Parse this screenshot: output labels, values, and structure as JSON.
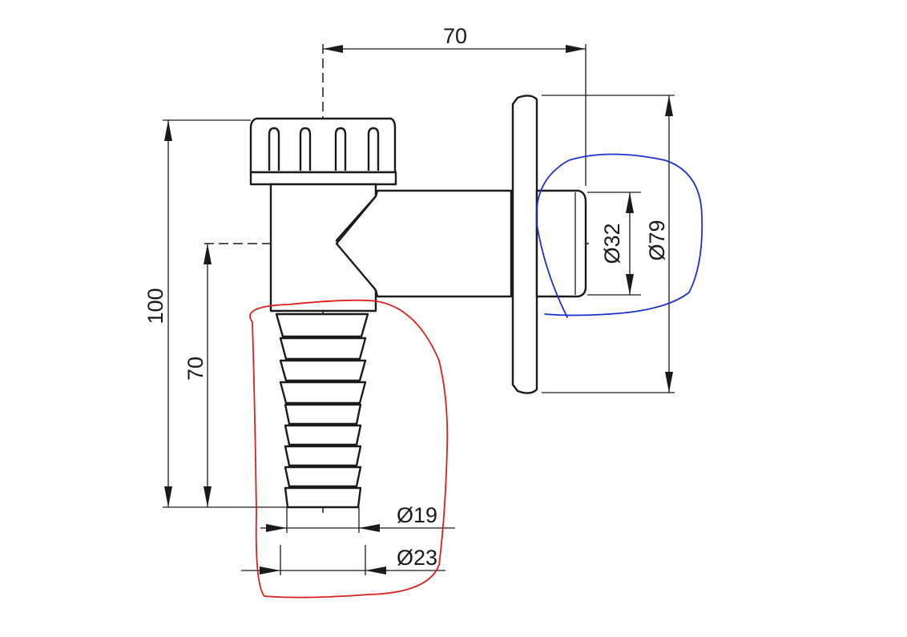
{
  "dimensions": {
    "top_width": "70",
    "total_height": "100",
    "axis_height": "70",
    "outlet_diameter": "Ø32",
    "flange_diameter": "Ø79",
    "hose_inner_diameter": "Ø19",
    "hose_outer_diameter": "Ø23"
  },
  "annotations": {
    "red_marker_color": "#d9201c",
    "blue_marker_color": "#1c2fcf"
  }
}
